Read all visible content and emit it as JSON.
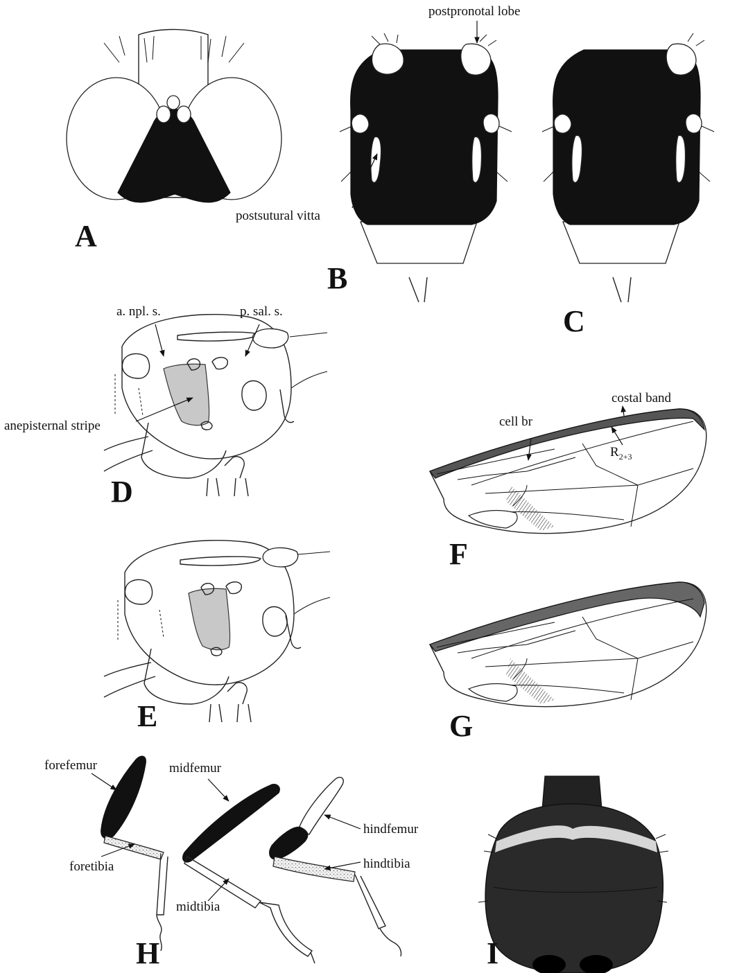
{
  "panels": {
    "A": {
      "letter": "A"
    },
    "B": {
      "letter": "B",
      "labels": {
        "postpronotal": "postpronotal lobe",
        "vitta": "postsutural vitta"
      }
    },
    "C": {
      "letter": "C"
    },
    "D": {
      "letter": "D",
      "labels": {
        "anpl": "a. npl. s.",
        "psal": "p. sal. s.",
        "stripe": "anepisternal stripe"
      }
    },
    "E": {
      "letter": "E"
    },
    "F": {
      "letter": "F",
      "labels": {
        "costal": "costal band",
        "cell": "cell br",
        "vein": "R",
        "vein_sub": "2+3"
      }
    },
    "G": {
      "letter": "G"
    },
    "H": {
      "letter": "H",
      "labels": {
        "forefemur": "forefemur",
        "foretibia": "foretibia",
        "midfemur": "midfemur",
        "midtibia": "midtibia",
        "hindfemur": "hindfemur",
        "hindtibia": "hindtibia"
      }
    },
    "I": {
      "letter": "I"
    }
  },
  "colors": {
    "ink": "#111111",
    "stripe_fill": "#c8c8c8",
    "paper": "#ffffff"
  }
}
